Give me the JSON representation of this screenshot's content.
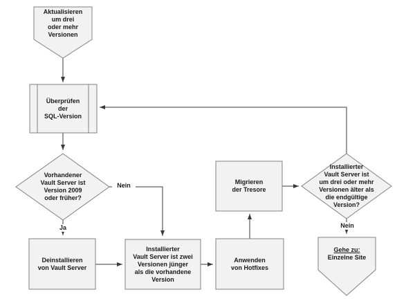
{
  "diagram": {
    "type": "flowchart",
    "language": "de",
    "colors": {
      "background": "#ffffff",
      "shape_fill": "#f2f2f2",
      "shape_border": "#808080",
      "connector": "#3a3a3a",
      "text": "#1a1a1a"
    },
    "nodes": {
      "start": {
        "shape": "off-page-connector-down",
        "text": "Aktualisieren\num drei\noder mehr\nVersionen"
      },
      "check_sql": {
        "shape": "predefined-process",
        "text": "Überprüfen\nder\nSQL-Version"
      },
      "decision_existing_version": {
        "shape": "decision",
        "text": "Vorhandener\nVault Server ist\nVersion 2009\noder früher?"
      },
      "uninstall_vault_server": {
        "shape": "process",
        "text": "Deinstallieren\nvon Vault Server"
      },
      "install_two_versions_newer": {
        "shape": "process",
        "text": "Installierter\nVault Server ist zwei\nVersionen jünger\nals die vorhandene\nVersion"
      },
      "apply_hotfixes": {
        "shape": "process",
        "text": "Anwenden\nvon Hotfixes"
      },
      "migrate_vaults": {
        "shape": "process",
        "text": "Migrieren\nder Tresore"
      },
      "decision_three_or_more_older": {
        "shape": "decision",
        "text": "Installierter\nVault Server ist\num drei oder mehr\nVersionen älter als\ndie endgültige\nVersion?"
      },
      "goto_single_site": {
        "shape": "off-page-connector-down",
        "label": "Gehe zu:",
        "target": "Einzelne Site"
      }
    },
    "edge_labels": {
      "ja": "Ja",
      "nein_decision_left": "Nein",
      "nein_decision_right": "Nein"
    }
  }
}
